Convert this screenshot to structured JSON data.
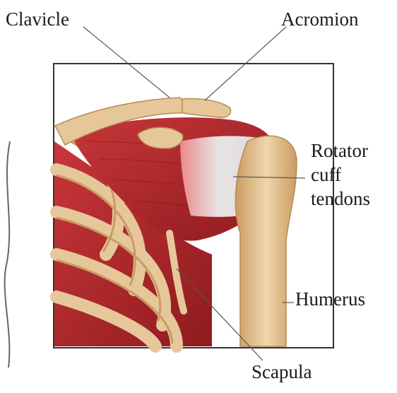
{
  "labels": {
    "clavicle": "Clavicle",
    "acromion": "Acromion",
    "rotator_cuff": [
      "Rotator",
      "cuff",
      "tendons"
    ],
    "humerus": "Humerus",
    "scapula": "Scapula"
  },
  "colors": {
    "bone": "#e6c79a",
    "bone_shade": "#c99c62",
    "muscle": "#b8282c",
    "muscle_dark": "#7d1518",
    "tendon": "#dcdcdc",
    "frame": "#333333",
    "leader_line": "#555555"
  }
}
